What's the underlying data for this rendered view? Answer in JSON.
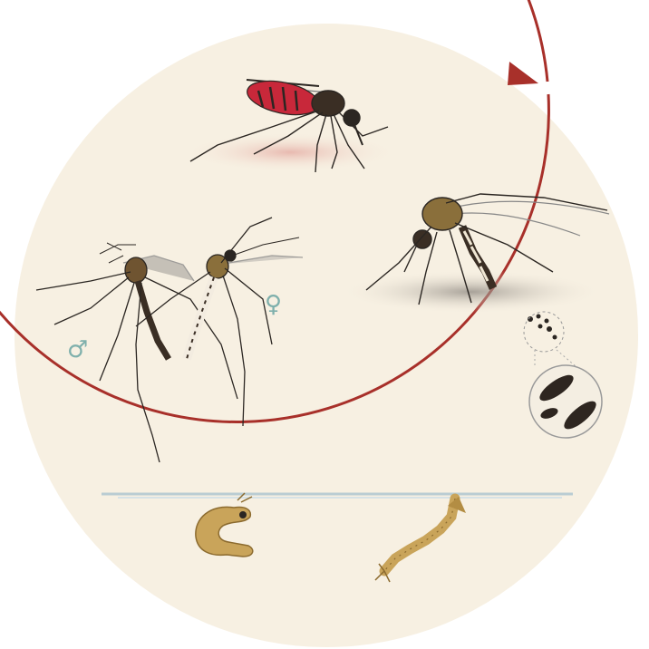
{
  "diagram": {
    "kind": "lifecycle-cycle",
    "stages": [
      {
        "id": "feeding-female"
      },
      {
        "id": "egg-laying-female"
      },
      {
        "id": "eggs"
      },
      {
        "id": "larva"
      },
      {
        "id": "pupa"
      },
      {
        "id": "mating-pair"
      }
    ],
    "symbols": {
      "male": "♂",
      "female": "♀"
    },
    "colors": {
      "background": "#f7f0e2",
      "cycle_ring": "#a8302a",
      "blood": "#c8283a",
      "symbol": "#7fb0ac",
      "water_line": "#b9ccd3",
      "ink": "#2b2622",
      "body_brown": "#7a5b33",
      "larva": "#c9a45a"
    }
  }
}
